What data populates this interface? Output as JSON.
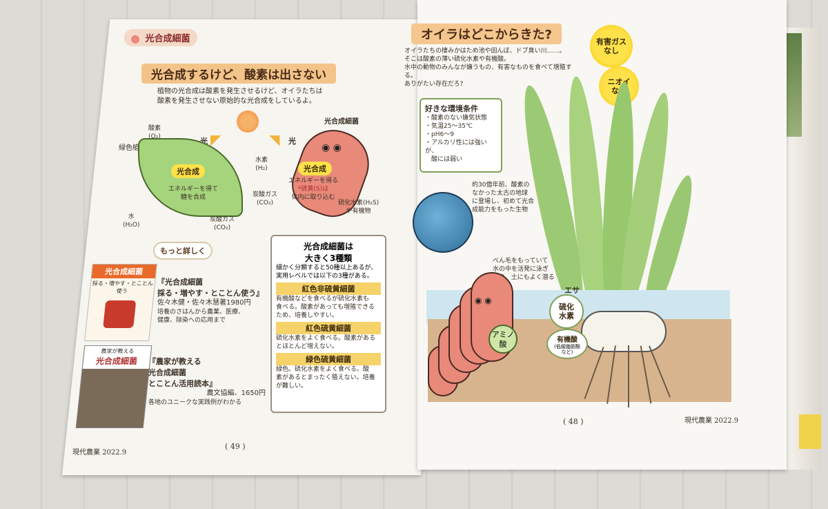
{
  "left_page": {
    "corner_label": "光合成細菌",
    "heading": "光合成するけど、酸素は出さない",
    "intro_line1": "植物の光合成は酸素を発生させるけど、オイラたちは",
    "intro_line2": "酸素を発生させない原始的な光合成をしているよ。",
    "light_label_left": "光",
    "light_label_right": "光",
    "oxygen_label": "酸素",
    "oxygen_formula": "(O₂)",
    "plant_label": "緑色植物",
    "plant_photosynthesis": "光合成",
    "plant_energy": "エネルギーを得て",
    "plant_sugar": "糖を合成",
    "water_label": "水",
    "water_formula": "(H₂O)",
    "co2_label": "炭酸ガス",
    "co2_formula": "(CO₂)",
    "bacteria_label": "光合成細菌",
    "hydrogen_label": "水素",
    "hydrogen_formula": "(H₂)",
    "bact_photosynthesis": "光合成",
    "bact_energy": "エネルギーを得る",
    "bact_sulfur1": "*硫黄(S)は",
    "bact_sulfur2": "体内に取り込む",
    "bact_co2_label": "炭酸ガス",
    "bact_co2_formula": "(CO₂)",
    "h2s_label": "硫化水素(H₂S)",
    "h2s_sub": "や有機物",
    "more_bubble": "もっと詳しく",
    "book1_cover_title": "光合成細菌",
    "book1_cover_sub": "採る・増やす・とことん使う",
    "book1_title1": "『光合成細菌",
    "book1_title2": "採る・増やす・とことん使う』",
    "book1_authors": "佐々木健・佐々木慧著1980円",
    "book1_desc1": "培養のさはんから農業、医療、",
    "book1_desc2": "健康、除染への応用まで",
    "book2_cover_top": "農家が教える",
    "book2_cover_title": "光合成細菌",
    "book2_title1": "『農家が教える",
    "book2_title2": "光合成細菌",
    "book2_title3": "とことん活用読本』",
    "book2_publisher": "農文協編、1650円",
    "book2_desc": "各地のユニークな実践例がわかる",
    "types_box": {
      "title1": "光合成細菌は",
      "title2": "大きく3種類",
      "intro1": "細かく分類すると50種以上あるが、",
      "intro2": "実用レベルでは以下の3種がある。",
      "types": [
        {
          "name": "紅色非硫黄細菌",
          "lines": [
            "有機酸などを食べるが硫化水素も",
            "食べる。酸素があっても増殖できる",
            "ため、培養しやすい。"
          ]
        },
        {
          "name": "紅色硫黄細菌",
          "lines": [
            "硫化水素をよく食べる。酸素がある",
            "とほとんど増えない。"
          ]
        },
        {
          "name": "緑色硫黄細菌",
          "lines": [
            "緑色。硫化水素をよく食べる。酸",
            "素があるとまったく殖えない。培養",
            "が難しい。"
          ]
        }
      ]
    },
    "footer_magazine": "現代農業 2022.9",
    "page_number": "( 49 )"
  },
  "right_page": {
    "heading": "オイラはどこからきた?",
    "intro1": "オイラたちの棲みかはため池や田んぼ、ドブ臭い川……。",
    "intro2": "そこは酸素の薄い硫化水素や有機酸。",
    "intro3": "水中の動物のみんなが嫌うもの、有害なものを食べて増殖する。",
    "intro4": "ありがたい存在だろ?",
    "badge1": "有害ガス\nなし",
    "badge2": "ニオイ\nなし",
    "env_title": "好きな環境条件",
    "env_items": [
      "・酸素のない嫌気状態",
      "・気温25〜35℃",
      "・pH6〜9",
      "・アルカリ性には強いが、",
      "　酸には弱い"
    ],
    "earth_note": [
      "約30億年前、酸素の",
      "なかった太古の地球",
      "に登場し、初めて光合",
      "成能力をもった生物"
    ],
    "flagella_note": [
      "べん毛をもっていて",
      "水の中を活発に泳ぎ",
      "回り、土にもよく潜る"
    ],
    "food_label": "エサ",
    "h2s_badge": "硫化\n水素",
    "organic_badge": "有機酸",
    "organic_sub": "(低級脂肪酸\nなど)",
    "amino_label": "アミノ\n酸",
    "page_number": "( 48 )",
    "footer_magazine": "現代農業 2022.9"
  }
}
